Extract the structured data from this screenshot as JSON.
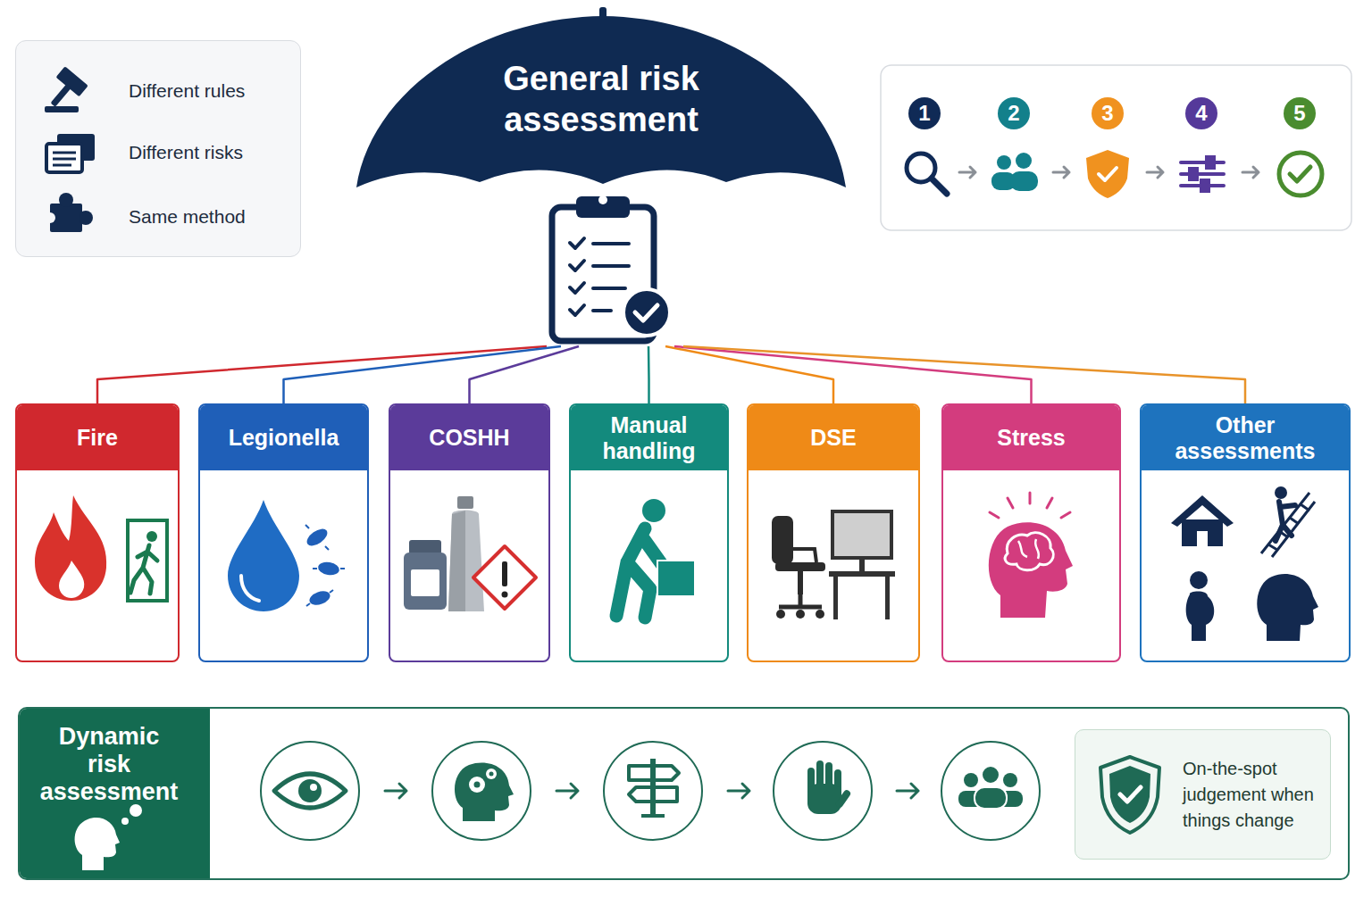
{
  "diagram": {
    "nodes": [
      {
        "text": [
          "Different rules",
          "Different risks",
          "Same method"
        ]
      },
      {
        "text": [
          "General risk assessment"
        ]
      },
      {
        "text": [
          "Fire"
        ]
      },
      {
        "text": [
          "Legionella"
        ]
      },
      {
        "text": [
          "COSHH"
        ]
      },
      {
        "text": [
          "Manual handling"
        ]
      },
      {
        "text": [
          "DSE"
        ]
      },
      {
        "text": [
          "Stress"
        ]
      },
      {
        "text": [
          "Other assessments"
        ]
      },
      {
        "text": [
          "Dynamic risk assessment"
        ]
      },
      {
        "text": [
          "On-the-spot judgement when things change"
        ],
        "in": 9
      }
    ],
    "edges": [
      {
        "from": 1,
        "to": 2,
        "arrow": "none"
      },
      {
        "from": 1,
        "to": 3,
        "arrow": "none"
      },
      {
        "from": 1,
        "to": 4,
        "arrow": "none"
      },
      {
        "from": 1,
        "to": 5,
        "arrow": "none"
      },
      {
        "from": 1,
        "to": 6,
        "arrow": "none"
      },
      {
        "from": 1,
        "to": 7,
        "arrow": "none"
      },
      {
        "from": 1,
        "to": 8,
        "arrow": "none"
      }
    ],
    "labels": [
      "1",
      "2",
      "3",
      "4",
      "5"
    ]
  }
}
